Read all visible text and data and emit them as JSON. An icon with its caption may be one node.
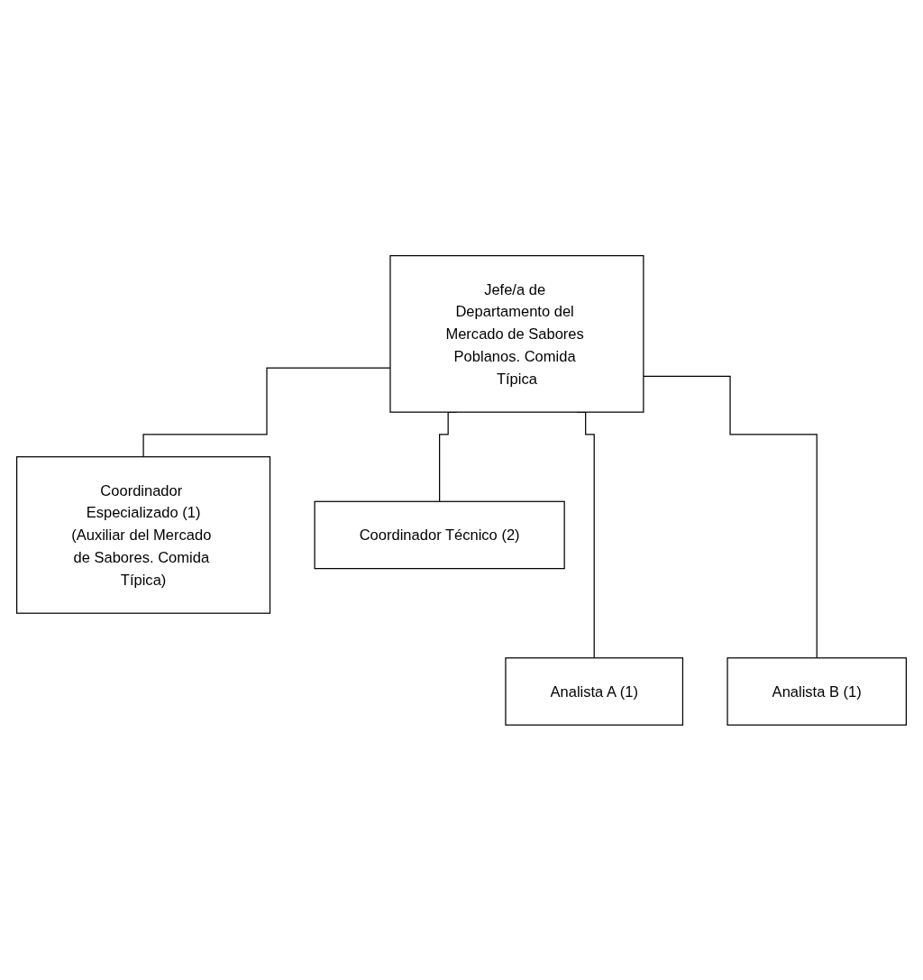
{
  "diagram": {
    "nodes": [
      {
        "text": [
          "Jefe/a de Departamento del Mercado de Sabores Poblanos. Comida Típica"
        ]
      },
      {
        "text": [
          "Coordinador Especializado (1)",
          "(Auxiliar del Mercado de Sabores. Comida Típica)"
        ]
      },
      {
        "text": [
          "Coordinador Técnico (2)"
        ]
      },
      {
        "text": [
          "Analista A (1)"
        ]
      },
      {
        "text": [
          "Analista B (1)"
        ]
      }
    ],
    "edges": [
      {
        "from": 0,
        "to": 1,
        "arrow": "none"
      },
      {
        "from": 0,
        "to": 2,
        "arrow": "none"
      },
      {
        "from": 0,
        "to": 3,
        "arrow": "none"
      },
      {
        "from": 0,
        "to": 4,
        "arrow": "none"
      }
    ]
  }
}
